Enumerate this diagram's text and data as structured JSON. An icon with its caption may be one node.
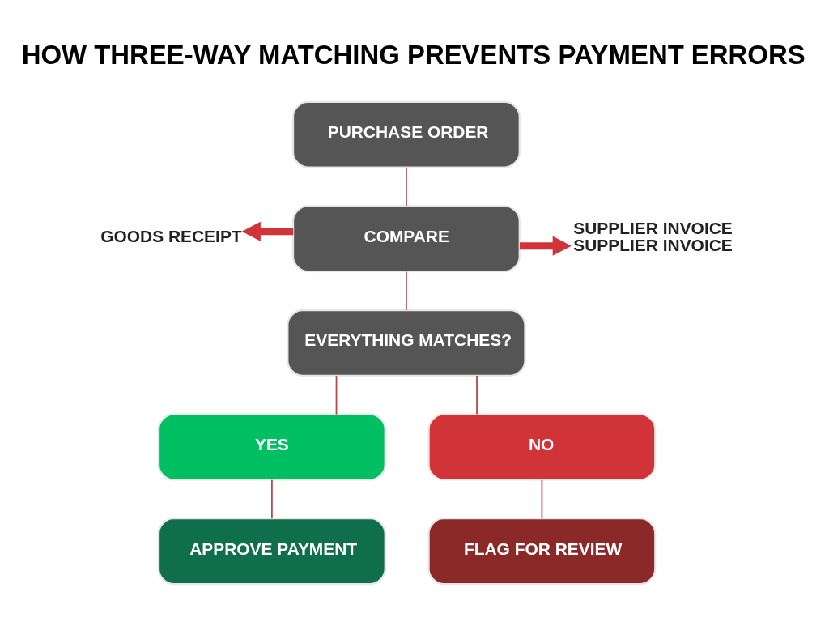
{
  "diagram": {
    "title": "HOW THREE-WAY MATCHING PREVENTS PAYMENT ERRORS",
    "nodes": [
      {
        "text": [
          "PURCHASE ORDER"
        ]
      },
      {
        "text": [
          "COMPARE"
        ]
      },
      {
        "text": [
          "GOODS RECEIPT"
        ]
      },
      {
        "text": [
          "SUPPLIER INVOICE",
          "SUPPLIER INVOICE"
        ]
      },
      {
        "text": [
          "EVERYTHING MATCHES?"
        ]
      },
      {
        "text": [
          "YES"
        ]
      },
      {
        "text": [
          "NO"
        ]
      },
      {
        "text": [
          "APPROVE PAYMENT"
        ]
      },
      {
        "text": [
          "FLAG FOR REVIEW"
        ]
      }
    ],
    "edges": [
      {
        "from": 0,
        "to": 1,
        "arrow": "none"
      },
      {
        "from": 1,
        "to": 2,
        "arrow": "to",
        "style": "thick",
        "color": "#d13438"
      },
      {
        "from": 1,
        "to": 3,
        "arrow": "to",
        "style": "thick",
        "color": "#d13438"
      },
      {
        "from": 1,
        "to": 4,
        "arrow": "none"
      },
      {
        "from": 4,
        "to": 5,
        "arrow": "none"
      },
      {
        "from": 4,
        "to": 6,
        "arrow": "none"
      },
      {
        "from": 5,
        "to": 7,
        "arrow": "none"
      },
      {
        "from": 6,
        "to": 8,
        "arrow": "none"
      }
    ]
  }
}
